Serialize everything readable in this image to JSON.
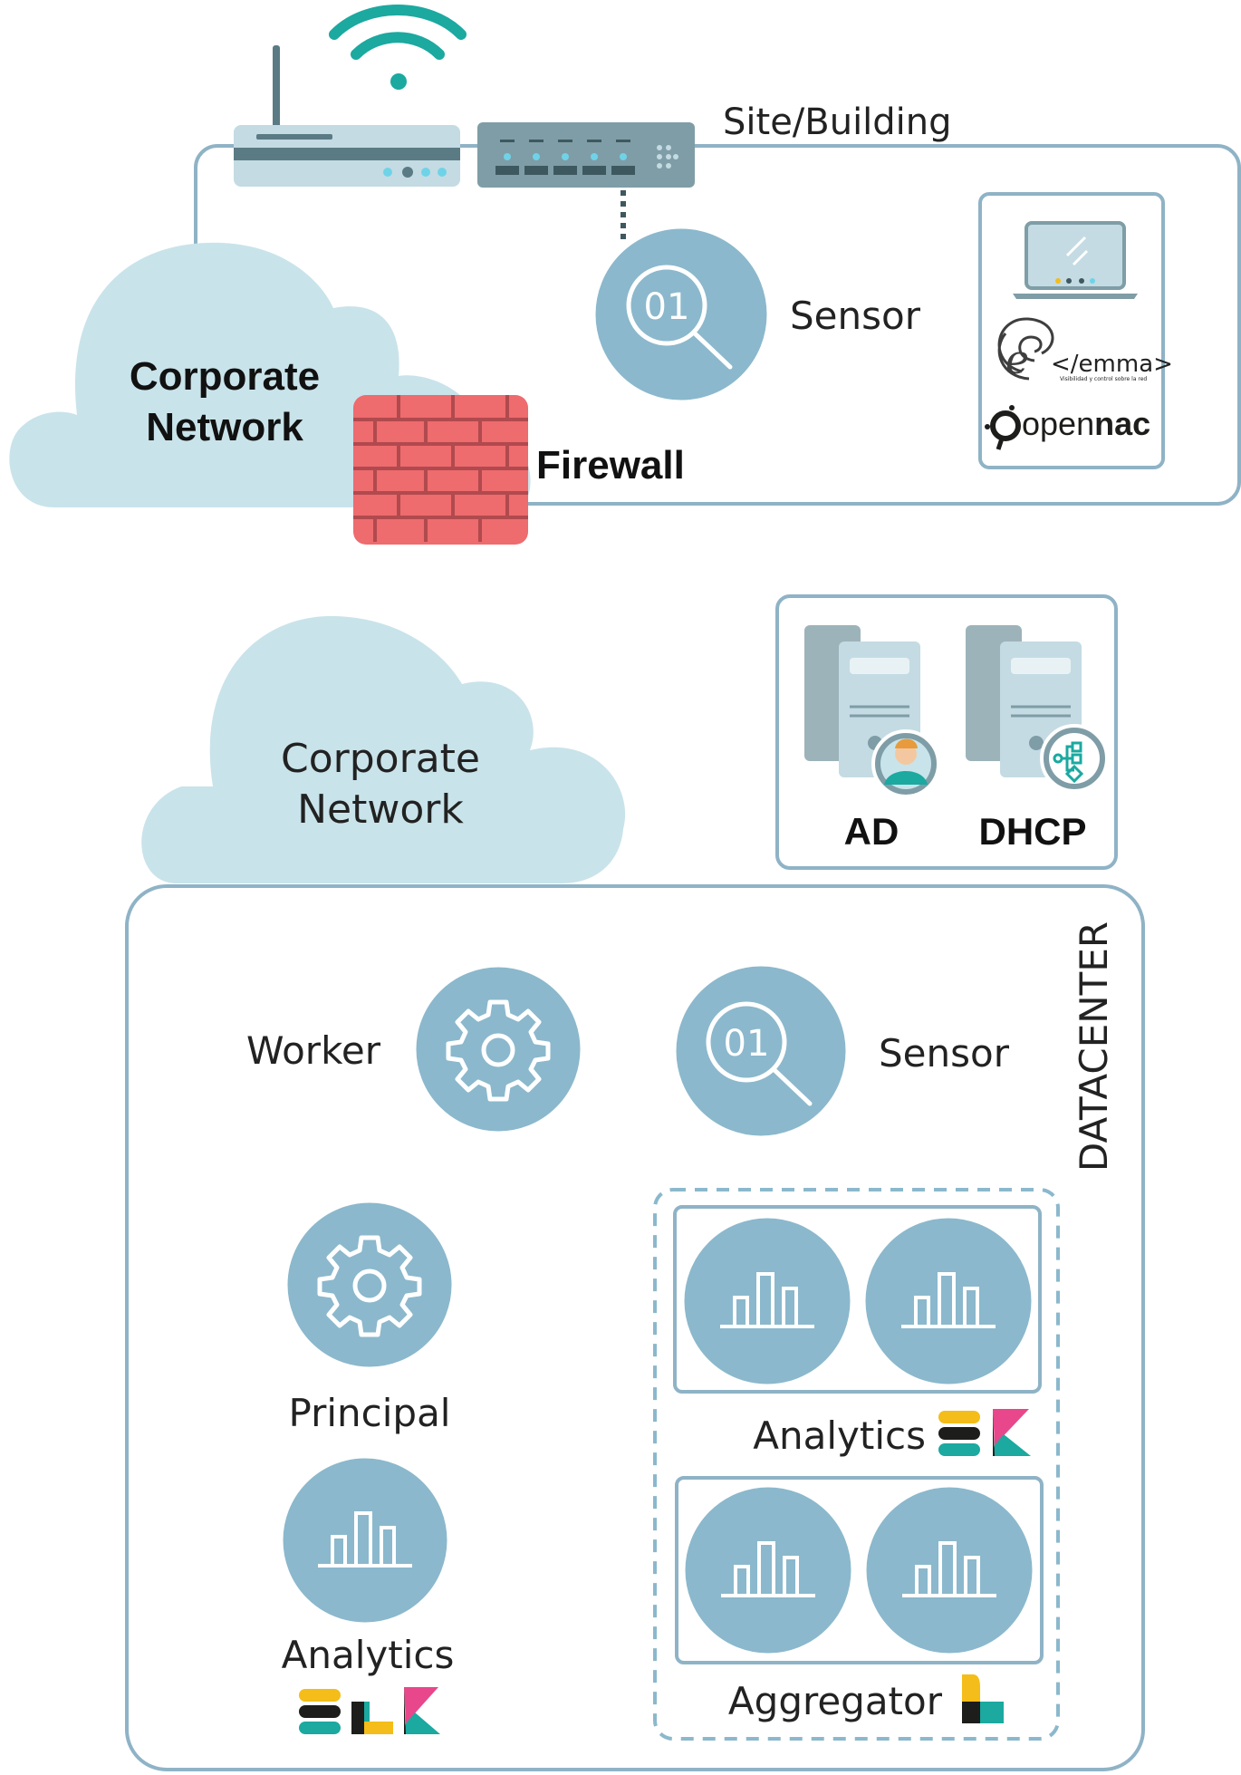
{
  "site": {
    "title": "Site/Building",
    "cloud_label_line1": "Corporate",
    "cloud_label_line2": "Network",
    "firewall_label": "Firewall",
    "sensor_label": "Sensor",
    "sensor_code": "01",
    "emma_text": "</emma>",
    "emma_tagline": "Visibilidad y control sobre la red",
    "opennac_text_regular": "open",
    "opennac_text_bold": "nac"
  },
  "corporate_network": {
    "label_line1": "Corporate",
    "label_line2": "Network"
  },
  "servers": {
    "ad_label": "AD",
    "dhcp_label": "DHCP"
  },
  "datacenter": {
    "title": "DATACENTER",
    "worker_label": "Worker",
    "sensor_label": "Sensor",
    "sensor_code": "01",
    "principal_label": "Principal",
    "analytics_label": "Analytics",
    "cluster_analytics_label": "Analytics",
    "cluster_aggregator_label": "Aggregator"
  },
  "colors": {
    "node_fill": "#8bb8cc",
    "node_stroke": "#ffffff",
    "border": "#8fb3c6",
    "cloud": "#c9e3ea",
    "firewall": "#ee6b6e",
    "firewall_mortar": "#b04a4e",
    "elk_yellow": "#f4bd19",
    "elk_teal": "#1ba9a0",
    "elk_pink": "#e8478b",
    "elk_dark": "#1d1d1b"
  }
}
